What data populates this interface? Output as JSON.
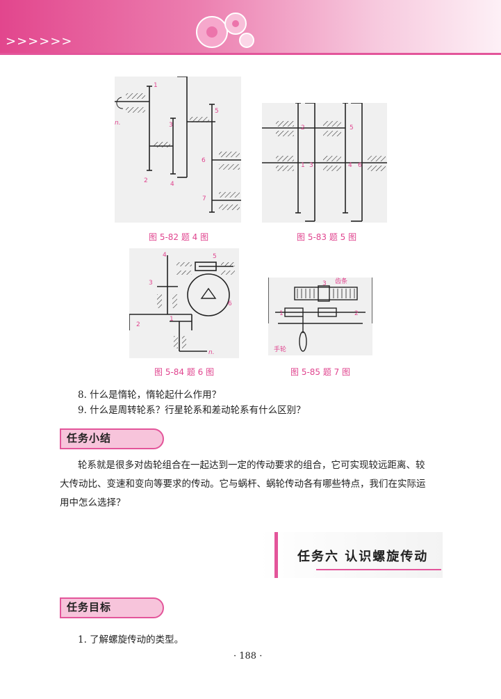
{
  "header": {
    "arrows": ">>>>>>"
  },
  "figures": [
    {
      "caption": "图 5-82   题 4 图",
      "labels": {
        "l1": "1",
        "l2": "2",
        "l3": "3",
        "l4": "4",
        "l5": "5",
        "l6": "6",
        "l7": "7",
        "n": "n."
      }
    },
    {
      "caption": "图 5-83   题 5 图",
      "labels": {
        "l1": "1",
        "l2": "2",
        "l3": "3",
        "l4": "4",
        "l5": "5",
        "l6": "6"
      }
    },
    {
      "caption": "图 5-84   题 6 图",
      "labels": {
        "l1": "1",
        "l2": "2",
        "l3": "3",
        "l4": "4",
        "l5": "5",
        "l6": "6",
        "n": "n."
      }
    },
    {
      "caption": "图 5-85   题 7 图",
      "labels": {
        "l1": "1",
        "l2": "2",
        "l3": "3",
        "rack": "齿条",
        "hand": "手轮"
      }
    }
  ],
  "questions": [
    "8. 什么是惰轮，惰轮起什么作用？",
    "9. 什么是周转轮系？行星轮系和差动轮系有什么区别？"
  ],
  "summary": {
    "tab": "任务小结",
    "lines": [
      "轮系就是很多对齿轮组合在一起达到一定的传动要求的组合，它可实现较远距离、较",
      "大传动比、变速和变向等要求的传动。它与蜗杆、蜗轮传动各有哪些特点，我们在实际运",
      "用中怎么选择？"
    ]
  },
  "task": {
    "title": "任务六   认识螺旋传动"
  },
  "objectives": {
    "tab": "任务目标",
    "items": [
      "1. 了解螺旋传动的类型。"
    ]
  },
  "page_number": "· 188 ·"
}
